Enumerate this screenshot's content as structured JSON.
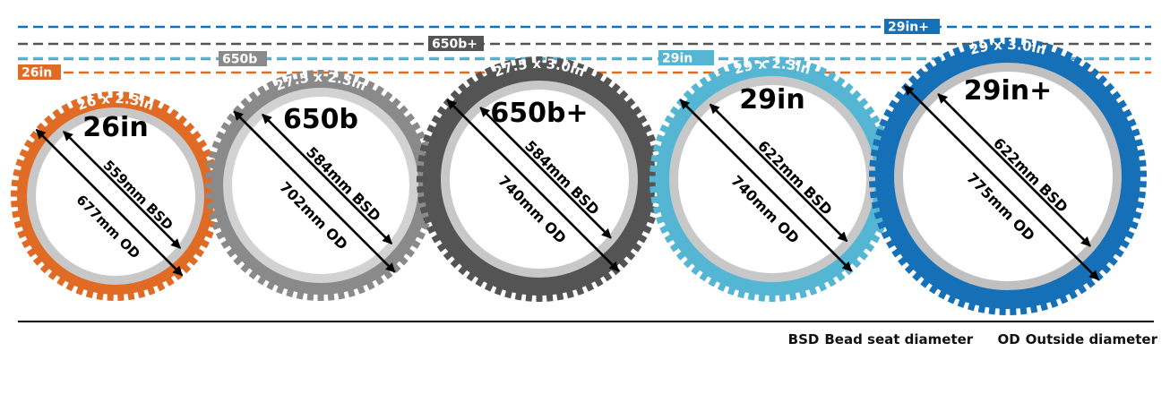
{
  "wheels": [
    {
      "id": "26",
      "name": "26in",
      "size": "26 x 2.3in",
      "bsd": "559mm BSD",
      "od": "677mm OD",
      "tire_color": "#e06b25",
      "rim_color": "#c8c8c8"
    },
    {
      "id": "650b",
      "name": "650b",
      "size": "27.5 x 2.3in",
      "bsd": "584mm BSD",
      "od": "702mm OD",
      "tire_color": "#8a8a8a",
      "rim_color": "#d2d2d2"
    },
    {
      "id": "650bplus",
      "name": "650b+",
      "size": "27.5 x 3.0in",
      "bsd": "584mm BSD",
      "od": "740mm OD",
      "tire_color": "#545454",
      "rim_color": "#c8c8c8"
    },
    {
      "id": "29",
      "name": "29in",
      "size": "29 x 2.3in",
      "bsd": "622mm BSD",
      "od": "740mm OD",
      "tire_color": "#55b6d3",
      "rim_color": "#c8c8c8"
    },
    {
      "id": "29plus",
      "name": "29in+",
      "size": "29 x 3.0in",
      "bsd": "622mm BSD",
      "od": "775mm OD",
      "tire_color": "#1670b7",
      "rim_color": "#c0c0c0"
    }
  ],
  "height_lines": [
    {
      "label": "29in+",
      "color": "#1670b7"
    },
    {
      "label": "650b+",
      "color": "#545454"
    },
    {
      "label": "29in",
      "color": "#55b6d3"
    },
    {
      "label": "650b",
      "color": "#8a8a8a"
    },
    {
      "label": "26in",
      "color": "#e06b25"
    }
  ],
  "legend": {
    "bsd_abbr": "BSD",
    "bsd_text": "Bead seat diameter",
    "od_abbr": "OD",
    "od_text": "Outside diameter"
  }
}
